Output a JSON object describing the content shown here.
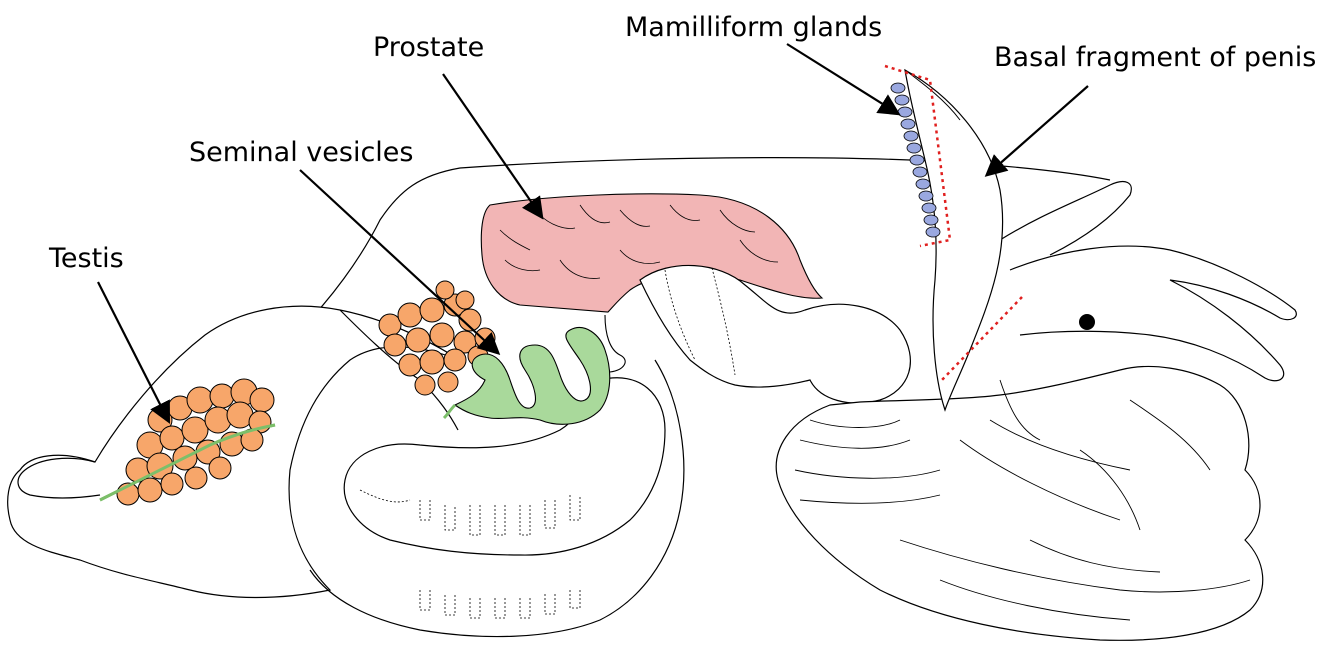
{
  "labels": {
    "prostate": "Prostate",
    "seminal_vesicles": "Seminal vesicles",
    "testis": "Testis",
    "mamilliform_glands": "Mamilliform glands",
    "basal_fragment": "Basal fragment of penis"
  },
  "colors": {
    "outline": "#000000",
    "testis_fill": "#f7a66a",
    "seminal_vesicles_fill": "#a9d99b",
    "prostate_fill": "#f2b5b5",
    "gland_fill": "#9aa8e0",
    "cut_line": "#e0201f",
    "duct": "#7cbf6a"
  }
}
